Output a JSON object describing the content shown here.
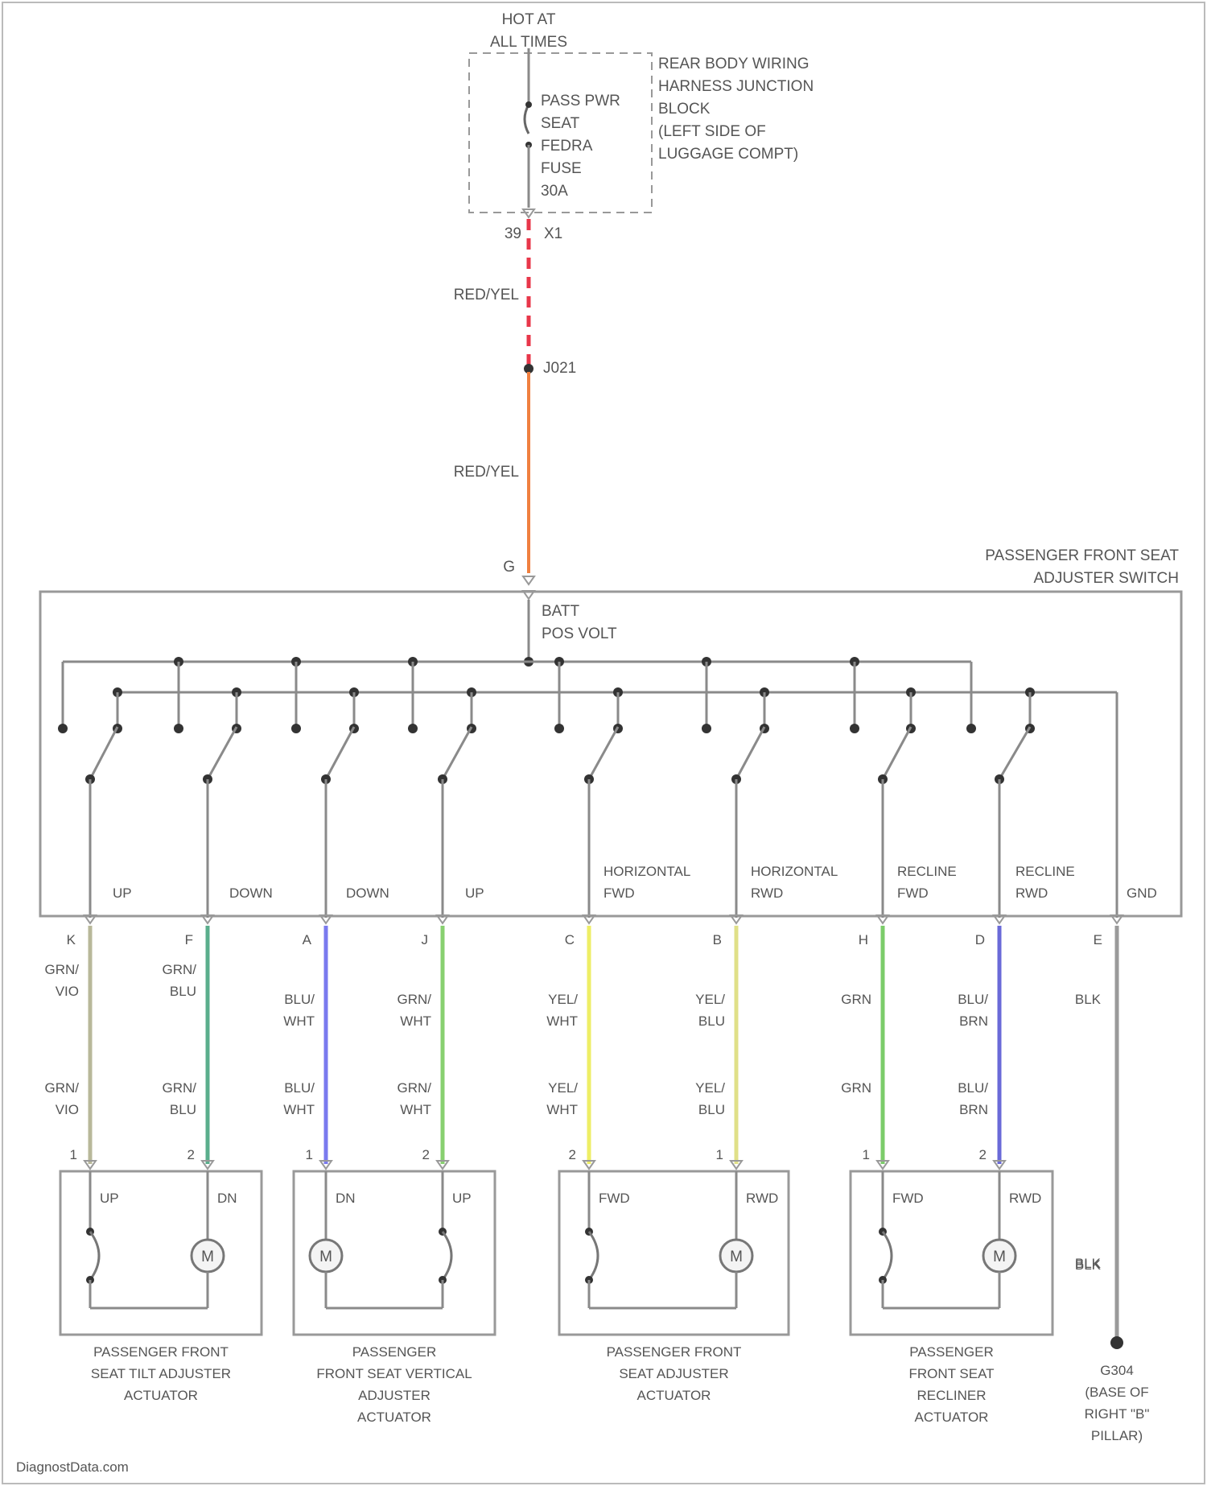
{
  "power": {
    "line1": "HOT AT",
    "line2": "ALL TIMES"
  },
  "fuse_block": {
    "fuse_label": [
      "PASS PWR",
      "SEAT",
      "FEDRA",
      "FUSE",
      "30A"
    ],
    "block_label": [
      "REAR BODY WIRING",
      "HARNESS JUNCTION",
      "BLOCK",
      "(LEFT SIDE OF",
      "LUGGAGE COMPT)"
    ],
    "pin_left": "39",
    "pin_right": "X1"
  },
  "feed": {
    "upper_wire": "RED/YEL",
    "splice": "J021",
    "lower_wire": "RED/YEL",
    "switch_pin": "G",
    "upper_color": "#e8374a",
    "lower_color": "#f08040"
  },
  "switch": {
    "title": [
      "PASSENGER FRONT SEAT",
      "ADJUSTER SWITCH"
    ],
    "batt": [
      "BATT",
      "POS VOLT"
    ],
    "outputs": [
      {
        "label": [
          "UP"
        ],
        "pin": "K"
      },
      {
        "label": [
          "DOWN"
        ],
        "pin": "F"
      },
      {
        "label": [
          "DOWN"
        ],
        "pin": "A"
      },
      {
        "label": [
          "UP"
        ],
        "pin": "J"
      },
      {
        "label": [
          "HORIZONTAL",
          "FWD"
        ],
        "pin": "C"
      },
      {
        "label": [
          "HORIZONTAL",
          "RWD"
        ],
        "pin": "B"
      },
      {
        "label": [
          "RECLINE",
          "FWD"
        ],
        "pin": "H"
      },
      {
        "label": [
          "RECLINE",
          "RWD"
        ],
        "pin": "D"
      },
      {
        "label": [
          "GND"
        ],
        "pin": "E"
      }
    ]
  },
  "wires": [
    {
      "top": [
        "GRN/",
        "VIO"
      ],
      "bottom": [
        "GRN/",
        "VIO"
      ],
      "color": "#b8b89a",
      "pin": "1"
    },
    {
      "top": [
        "GRN/",
        "BLU"
      ],
      "bottom": [
        "GRN/",
        "BLU"
      ],
      "color": "#5aae8c",
      "pin": "2"
    },
    {
      "top": [
        "BLU/",
        "WHT"
      ],
      "bottom": [
        "BLU/",
        "WHT"
      ],
      "color": "#7a7aee",
      "pin": "1"
    },
    {
      "top": [
        "GRN/",
        "WHT"
      ],
      "bottom": [
        "GRN/",
        "WHT"
      ],
      "color": "#88d070",
      "pin": "2"
    },
    {
      "top": [
        "YEL/",
        "WHT"
      ],
      "bottom": [
        "YEL/",
        "WHT"
      ],
      "color": "#eeee66",
      "pin": "2"
    },
    {
      "top": [
        "YEL/",
        "BLU"
      ],
      "bottom": [
        "YEL/",
        "BLU"
      ],
      "color": "#e0e088",
      "pin": "1"
    },
    {
      "top": [
        "GRN"
      ],
      "bottom": [
        "GRN"
      ],
      "color": "#7ccc6a",
      "pin": "1"
    },
    {
      "top": [
        "BLU/",
        "BRN"
      ],
      "bottom": [
        "BLU/",
        "BRN"
      ],
      "color": "#6a6ad8",
      "pin": "2"
    },
    {
      "top": [
        "BLK"
      ],
      "bottom": [
        "BLK"
      ],
      "color": "#9a9a9a",
      "pin": ""
    }
  ],
  "actuators": [
    {
      "left": "UP",
      "right": "DN",
      "name": [
        "PASSENGER FRONT",
        "SEAT TILT ADJUSTER",
        "ACTUATOR"
      ],
      "motor": "M"
    },
    {
      "left": "DN",
      "right": "UP",
      "name": [
        "PASSENGER",
        "FRONT SEAT VERTICAL",
        "ADJUSTER",
        "ACTUATOR"
      ],
      "motor": "M"
    },
    {
      "left": "FWD",
      "right": "RWD",
      "name": [
        "PASSENGER FRONT",
        "SEAT ADJUSTER",
        "ACTUATOR"
      ],
      "motor": "M"
    },
    {
      "left": "FWD",
      "right": "RWD",
      "name": [
        "PASSENGER",
        "FRONT SEAT",
        "RECLINER",
        "ACTUATOR"
      ],
      "motor": "M"
    }
  ],
  "ground": {
    "label": [
      "G304",
      "(BASE OF",
      "RIGHT \"B\"",
      "PILLAR)"
    ]
  },
  "watermark": "DiagnostData.com"
}
